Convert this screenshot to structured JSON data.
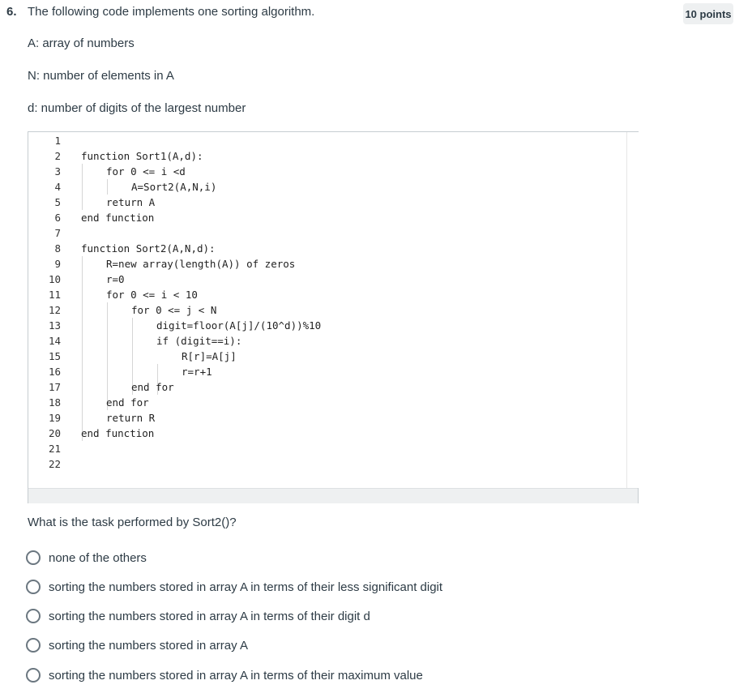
{
  "question": {
    "number": "6.",
    "title": "The following code implements one sorting algorithm.",
    "points": "10 points",
    "lines": [
      "A: array of numbers",
      "N: number of elements in A",
      "d: number of digits of the largest number"
    ],
    "prompt": "What is the task performed by Sort2()?"
  },
  "code": {
    "line_numbers": [
      "1",
      "2",
      "3",
      "4",
      "5",
      "6",
      "7",
      "8",
      "9",
      "10",
      "11",
      "12",
      "13",
      "14",
      "15",
      "16",
      "17",
      "18",
      "19",
      "20",
      "21",
      "22"
    ],
    "lines": [
      "",
      "function Sort1(A,d):",
      "for 0 <= i <d",
      "A=Sort2(A,N,i)",
      "return A",
      "end function",
      "",
      "function Sort2(A,N,d):",
      "R=new array(length(A)) of zeros",
      "r=0",
      "for 0 <= i < 10",
      "for 0 <= j < N",
      "digit=floor(A[j]/(10^d))%10",
      "if (digit==i):",
      "R[r]=A[j]",
      "r=r+1",
      "end for",
      "end for",
      "return R",
      "end function",
      "",
      ""
    ]
  },
  "options": [
    "none of the others",
    "sorting the numbers stored in array A in terms of their less significant digit",
    "sorting the numbers stored in array A in terms of their digit d",
    "sorting the numbers stored in array A",
    "sorting the numbers stored in array A in terms of their maximum value"
  ]
}
